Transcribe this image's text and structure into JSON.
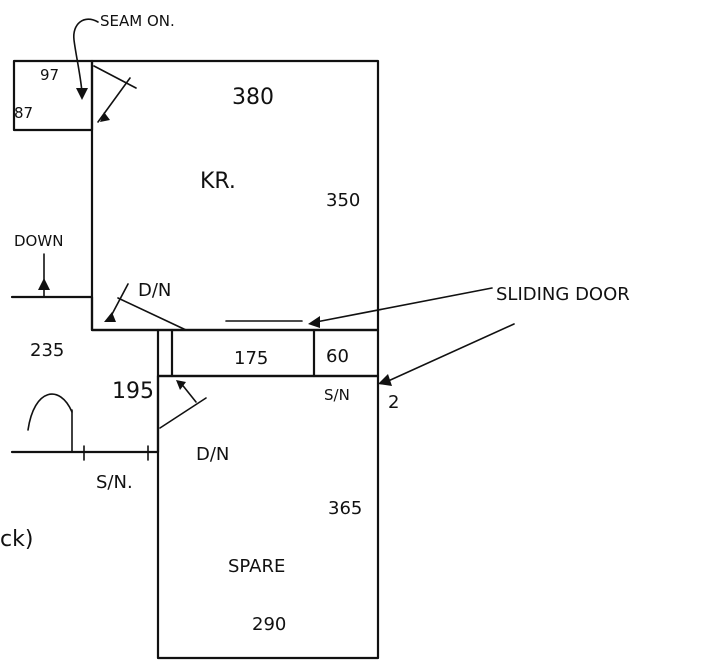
{
  "labels": {
    "seam": "SEAM ON.",
    "small_room_top": "97",
    "small_room_side": "87",
    "kr_top": "380",
    "kr_name": "KR.",
    "kr_side": "350",
    "down": "DOWN",
    "dn_kr": "D/N",
    "sliding_door": "SLIDING DOOR",
    "left_room_top": "235",
    "left_room_width": "195",
    "sn_left": "S/N.",
    "passage_175": "175",
    "passage_60": "60",
    "sn_right": "S/N",
    "two": "2",
    "dn_spare": "D/N",
    "spare_side": "365",
    "spare_name": "SPARE",
    "spare_bottom": "290",
    "edge_fragment": "ck)"
  }
}
